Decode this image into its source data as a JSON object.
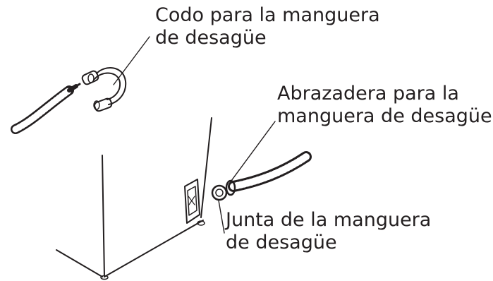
{
  "labels": {
    "elbow": {
      "line1": "Codo para la manguera",
      "line2": "de desagüe"
    },
    "clamp": {
      "line1": "Abrazadera para la",
      "line2": "manguera de desagüe"
    },
    "joint": {
      "line1": "Junta de la manguera",
      "line2": "de desagüe"
    }
  },
  "colors": {
    "ink": "#231f20",
    "background": "#ffffff"
  },
  "icons": {
    "elbow": "drain-hose-elbow-icon",
    "loose_hose": "corrugated-hose-icon",
    "clamp": "hose-clamp-icon",
    "attached_hose": "attached-drain-hose-icon",
    "outlet": "drain-outlet-icon"
  }
}
